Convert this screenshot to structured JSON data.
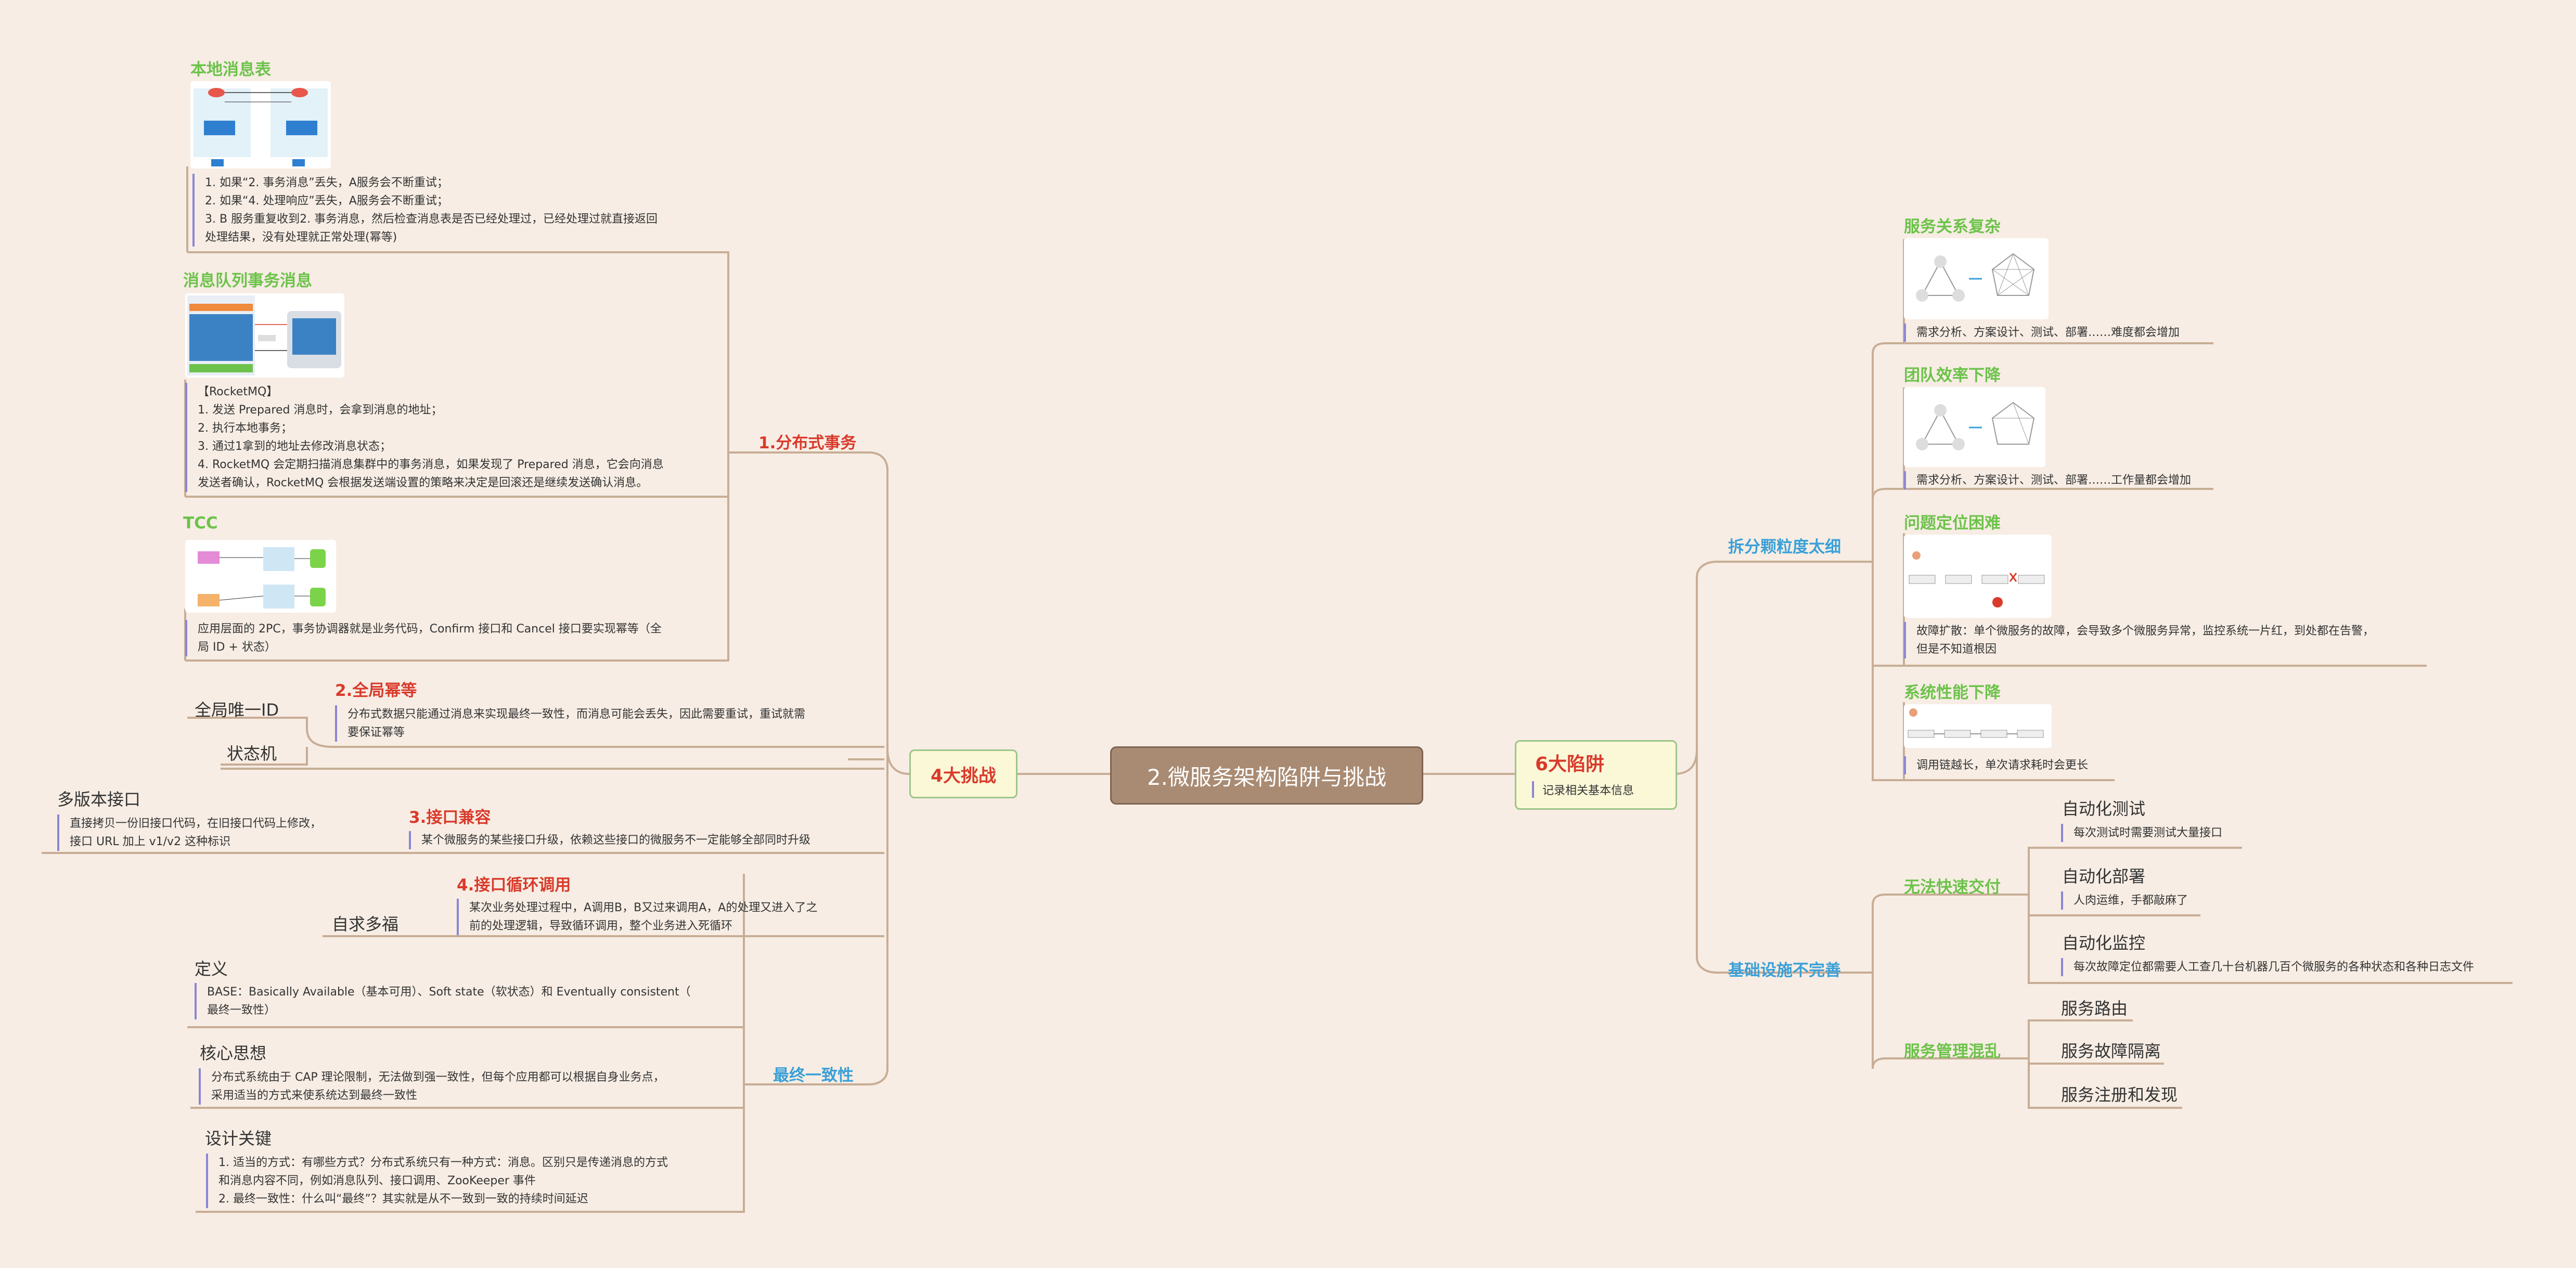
{
  "root": "2.微服务架构陷阱与挑战",
  "left": {
    "title": "4大挑战",
    "distributed_tx": {
      "title": "1.分布式事务",
      "local_msg_table": {
        "title": "本地消息表",
        "lines": [
          "1. 如果“2. 事务消息”丢失，A服务会不断重试；",
          "2. 如果“4. 处理响应”丢失，A服务会不断重试；",
          "3. B 服务重复收到2. 事务消息，然后检查消息表是否已经处理过，已经处理过就直接返回",
          "处理结果，没有处理就正常处理(幂等)"
        ]
      },
      "mq_tx": {
        "title": "消息队列事务消息",
        "lines": [
          "【RocketMQ】",
          "1. 发送 Prepared 消息时，会拿到消息的地址；",
          "2. 执行本地事务；",
          "3. 通过1拿到的地址去修改消息状态；",
          "4. RocketMQ 会定期扫描消息集群中的事务消息，如果发现了 Prepared 消息，它会向消息",
          "发送者确认，RocketMQ 会根据发送端设置的策略来决定是回滚还是继续发送确认消息。"
        ]
      },
      "tcc": {
        "title": "TCC",
        "lines": [
          "应用层面的 2PC，事务协调器就是业务代码，Confirm 接口和 Cancel 接口要实现幂等（全",
          "局 ID + 状态）"
        ]
      }
    },
    "idempotent": {
      "title": "2.全局幂等",
      "lines": [
        "分布式数据只能通过消息来实现最终一致性，而消息可能会丢失，因此需要重试，重试就需",
        "要保证幂等"
      ],
      "children": [
        "全局唯一ID",
        "状态机"
      ]
    },
    "compat": {
      "title": "3.接口兼容",
      "lines": [
        "某个微服务的某些接口升级，依赖这些接口的微服务不一定能够全部同时升级"
      ],
      "child": "多版本接口",
      "child_lines": [
        "直接拷贝一份旧接口代码，在旧接口代码上修改，",
        "接口 URL 加上 v1/v2 这种标识"
      ]
    },
    "loop": {
      "title": "4.接口循环调用",
      "lines": [
        "某次业务处理过程中，A调用B，B又过来调用A，A的处理又进入了之",
        "前的处理逻辑，导致循环调用，整个业务进入死循环"
      ],
      "child": "自求多福"
    },
    "eventual": {
      "title": "最终一致性",
      "definition": {
        "title": "定义",
        "lines": [
          "BASE：Basically Available（基本可用）、Soft state（软状态）和 Eventually consistent（",
          "最终一致性）"
        ]
      },
      "core": {
        "title": "核心思想",
        "lines": [
          "分布式系统由于 CAP 理论限制，无法做到强一致性，但每个应用都可以根据自身业务点，",
          "采用适当的方式来使系统达到最终一致性"
        ]
      },
      "design": {
        "title": "设计关键",
        "lines": [
          "1. 适当的方式：有哪些方式？分布式系统只有一种方式：消息。区别只是传递消息的方式",
          "和消息内容不同，例如消息队列、接口调用、ZooKeeper 事件",
          "2. 最终一致性：什么叫“最终”？其实就是从不一致到一致的持续时间延迟"
        ]
      }
    }
  },
  "right": {
    "title": "6大陷阱",
    "subtitle": "记录相关基本信息",
    "granularity": {
      "title": "拆分颗粒度太细",
      "items": [
        {
          "title": "服务关系复杂",
          "lines": [
            "需求分析、方案设计、测试、部署……难度都会增加"
          ]
        },
        {
          "title": "团队效率下降",
          "lines": [
            "需求分析、方案设计、测试、部署……工作量都会增加"
          ]
        },
        {
          "title": "问题定位困难",
          "lines": [
            "故障扩散：单个微服务的故障，会导致多个微服务异常，监控系统一片红，到处都在告警，",
            "但是不知道根因"
          ]
        },
        {
          "title": "系统性能下降",
          "lines": [
            "调用链越长，单次请求耗时会更长"
          ]
        }
      ]
    },
    "infra": {
      "title": "基础设施不完善",
      "delivery": {
        "title": "无法快速交付",
        "items": [
          {
            "title": "自动化测试",
            "note": "每次测试时需要测试大量接口"
          },
          {
            "title": "自动化部署",
            "note": "人肉运维，手都敲麻了"
          },
          {
            "title": "自动化监控",
            "note": "每次故障定位都需要人工查几十台机器几百个微服务的各种状态和各种日志文件"
          }
        ]
      },
      "governance": {
        "title": "服务管理混乱",
        "items": [
          "服务路由",
          "服务故障隔离",
          "服务注册和发现"
        ]
      }
    }
  }
}
